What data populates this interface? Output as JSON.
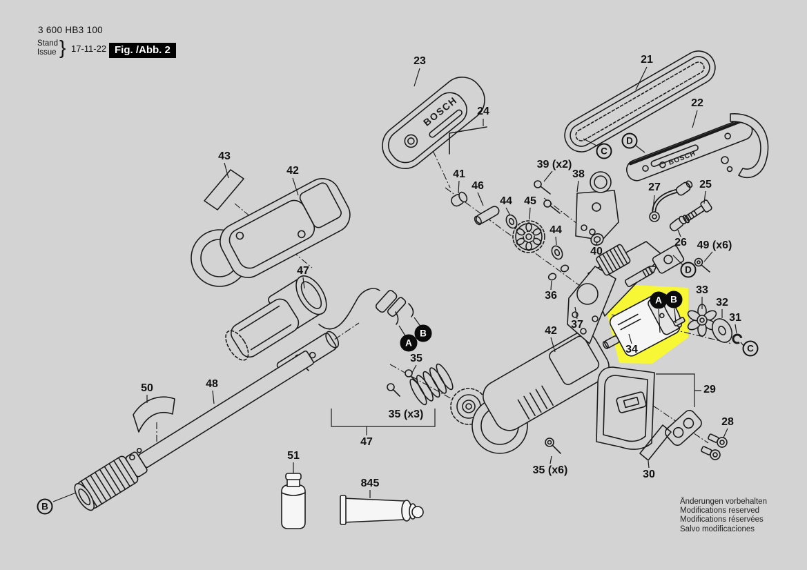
{
  "header": {
    "part_number": "3 600 HB3 100",
    "stand_label": "Stand",
    "issue_label": "Issue",
    "brace": "}",
    "date": "17-11-22",
    "figure_label": "Fig. /Abb. 2"
  },
  "brand": "BOSCH",
  "colors": {
    "background": "#d3d3d3",
    "highlight_yellow": "#f7f735",
    "line_ink": "#1a1a1a",
    "badge_bg": "#000000",
    "badge_fg": "#ffffff"
  },
  "callouts": [
    {
      "label": "23"
    },
    {
      "label": "24"
    },
    {
      "label": "21"
    },
    {
      "label": "22"
    },
    {
      "label": "43"
    },
    {
      "label": "42"
    },
    {
      "label": "41"
    },
    {
      "label": "46"
    },
    {
      "label": "39 (x2)"
    },
    {
      "label": "38"
    },
    {
      "label": "27"
    },
    {
      "label": "25"
    },
    {
      "label": "44"
    },
    {
      "label": "45"
    },
    {
      "label": "44"
    },
    {
      "label": "26"
    },
    {
      "label": "49 (x6)"
    },
    {
      "label": "40"
    },
    {
      "label": "47"
    },
    {
      "label": "36"
    },
    {
      "label": "37"
    },
    {
      "label": "33"
    },
    {
      "label": "32"
    },
    {
      "label": "31"
    },
    {
      "label": "34"
    },
    {
      "label": "42"
    },
    {
      "label": "35"
    },
    {
      "label": "50"
    },
    {
      "label": "48"
    },
    {
      "label": "35 (x3)"
    },
    {
      "label": "47"
    },
    {
      "label": "29"
    },
    {
      "label": "28"
    },
    {
      "label": "51"
    },
    {
      "label": "845"
    },
    {
      "label": "30"
    },
    {
      "label": "35 (x6)"
    }
  ],
  "markers": [
    {
      "letter": "C",
      "style": "outline"
    },
    {
      "letter": "D",
      "style": "outline"
    },
    {
      "letter": "D",
      "style": "outline"
    },
    {
      "letter": "A",
      "style": "filled"
    },
    {
      "letter": "B",
      "style": "filled"
    },
    {
      "letter": "A",
      "style": "filled"
    },
    {
      "letter": "B",
      "style": "filled"
    },
    {
      "letter": "C",
      "style": "outline"
    },
    {
      "letter": "B",
      "style": "outline"
    }
  ],
  "footer": {
    "lines": [
      "Änderungen vorbehalten",
      "Modifications reserved",
      "Modifications réservées",
      "Salvo modificaciones"
    ]
  }
}
